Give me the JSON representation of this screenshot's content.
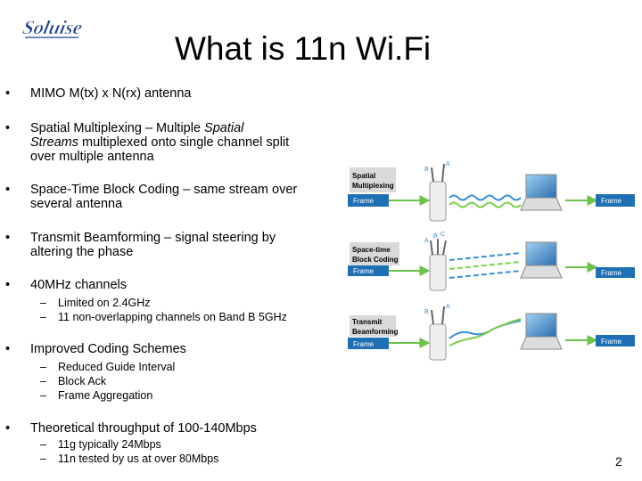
{
  "logo": {
    "text": "Soluise"
  },
  "title": "What is 11n Wi.Fi",
  "bullets": [
    {
      "marker": "•",
      "text": "MIMO M(tx) x N(rx) antenna"
    },
    {
      "marker": "•",
      "text_lines": [
        "Spatial Multiplexing – Multiple",
        "Spatial",
        "Streams",
        "multiplexed onto single channel split",
        "over multiple antenna"
      ]
    },
    {
      "marker": "•",
      "text": "Space-Time Block Coding – same stream over several antenna"
    },
    {
      "marker": "•",
      "text": "Transmit Beamforming – signal steering by altering the phase"
    },
    {
      "marker": "•",
      "text": "40MHz channels",
      "sub": [
        {
          "marker": "–",
          "text": "Limited on 2.4GHz"
        },
        {
          "marker": "–",
          "text": "11 non-overlapping channels on Band B 5GHz"
        }
      ]
    },
    {
      "marker": "•",
      "text": "Improved Coding Schemes",
      "sub": [
        {
          "marker": "–",
          "text": "Reduced Guide Interval"
        },
        {
          "marker": "–",
          "text": "Block Ack"
        },
        {
          "marker": "–",
          "text": "Frame Aggregation"
        }
      ]
    },
    {
      "marker": "•",
      "text": "Theoretical throughput of 100-140Mbps",
      "sub": [
        {
          "marker": "–",
          "text": "11g typically 24Mbps"
        },
        {
          "marker": "–",
          "text": "11n tested by us at over 80Mbps"
        }
      ]
    }
  ],
  "diagram": {
    "rows": [
      {
        "label_lines": [
          "Spatial",
          "Multiplexing"
        ],
        "frame_in": "Frame",
        "frame_out": "Frame",
        "antennas": [
          "B",
          "A"
        ]
      },
      {
        "label_lines": [
          "Space-time",
          "Block Coding"
        ],
        "frame_in": "Frame",
        "frame_out": "Frame",
        "antennas": [
          "A",
          "B",
          "C"
        ]
      },
      {
        "label_lines": [
          "Transmit",
          "Beamforming"
        ],
        "frame_in": "Frame",
        "frame_out": "Frame",
        "antennas": [
          "B",
          "A"
        ]
      }
    ],
    "colors": {
      "frame_box": "#1f6fb5",
      "arrow": "#6cc24a",
      "wave_blue": "#3a8fd9",
      "wave_green": "#7ccf4a",
      "label_bg": "#d9d9d9"
    }
  },
  "page_number": "2"
}
